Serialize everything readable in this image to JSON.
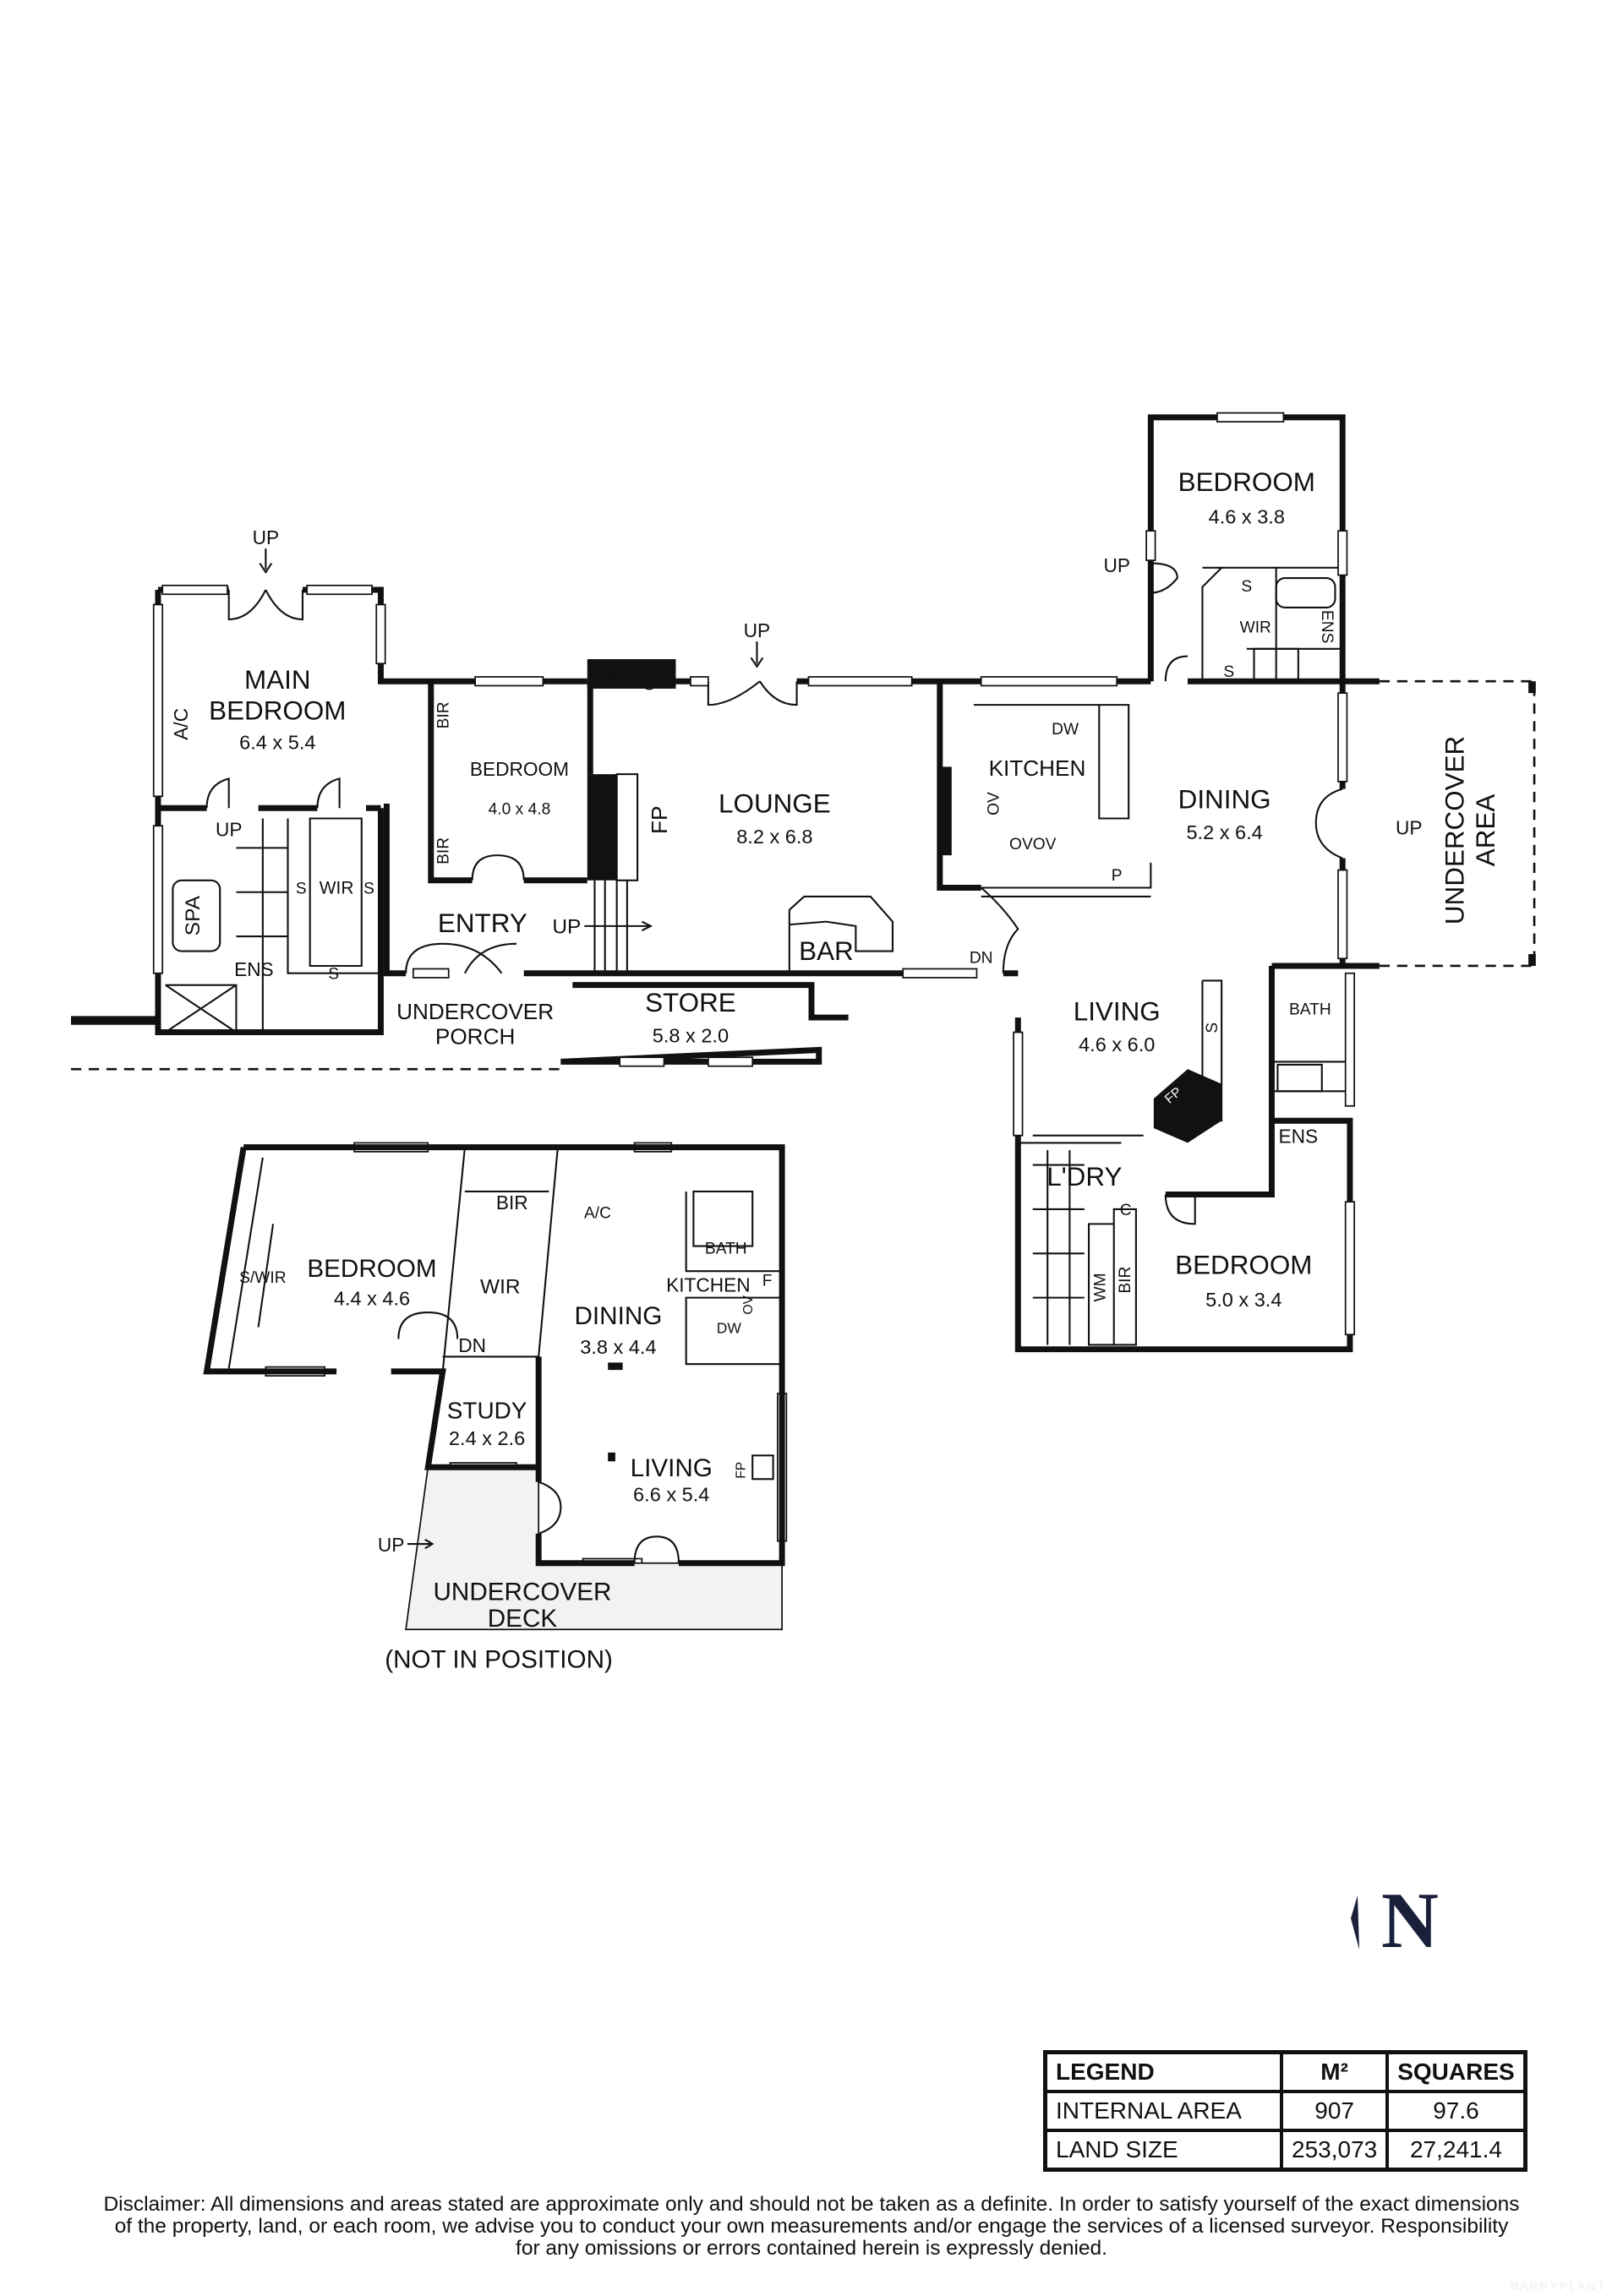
{
  "labels": {
    "up": "UP",
    "dn": "DN",
    "s": "S",
    "bir": "BIR",
    "wir": "WIR",
    "ens": "ENS",
    "ac": "A/C",
    "fp": "FP",
    "dw": "DW",
    "ov": "OV",
    "ovov": "OVOV",
    "p": "P",
    "c": "C",
    "wm": "WM",
    "f": "F",
    "spa": "SPA",
    "swir": "S/WIR",
    "bath": "BATH"
  },
  "rooms": {
    "main_bedroom": {
      "name1": "MAIN",
      "name2": "BEDROOM",
      "dims": "6.4 x 5.4"
    },
    "bedroom_west": {
      "name": "BEDROOM",
      "dims": "4.0 x 4.8"
    },
    "lounge": {
      "name": "LOUNGE",
      "dims": "8.2 x 6.8"
    },
    "entry": {
      "name": "ENTRY"
    },
    "bar": {
      "name": "BAR"
    },
    "store": {
      "name": "STORE",
      "dims": "5.8 x 2.0"
    },
    "undercover_porch": {
      "name1": "UNDERCOVER",
      "name2": "PORCH"
    },
    "kitchen": {
      "name": "KITCHEN"
    },
    "dining": {
      "name": "DINING",
      "dims": "5.2 x 6.4"
    },
    "bedroom_north": {
      "name": "BEDROOM",
      "dims": "4.6 x 3.8"
    },
    "undercover_area": {
      "name1": "UNDERCOVER",
      "name2": "AREA"
    },
    "living": {
      "name": "LIVING",
      "dims": "4.6 x 6.0"
    },
    "laundry": {
      "name": "L'DRY"
    },
    "bedroom_east": {
      "name": "BEDROOM",
      "dims": "5.0 x 3.4"
    },
    "bedroom_lower": {
      "name": "BEDROOM",
      "dims": "4.4 x 4.6"
    },
    "dining_lower": {
      "name": "DINING",
      "dims": "3.8 x 4.4"
    },
    "kitchen_lower": {
      "name": "KITCHEN"
    },
    "study": {
      "name": "STUDY",
      "dims": "2.4 x 2.6"
    },
    "living_lower": {
      "name": "LIVING",
      "dims": "6.6 x 5.4"
    },
    "undercover_deck": {
      "name1": "UNDERCOVER",
      "name2": "DECK"
    },
    "not_in_position": "(NOT IN POSITION)"
  },
  "north": "N",
  "legend": {
    "header": [
      "LEGEND",
      "M²",
      "SQUARES"
    ],
    "rows": [
      [
        "INTERNAL AREA",
        "907",
        "97.6"
      ],
      [
        "LAND SIZE",
        "253,073",
        "27,241.4"
      ]
    ]
  },
  "disclaimer": [
    "Disclaimer: All dimensions and areas stated are approximate only and should not be taken as a definite. In order to satisfy yourself of the exact dimensions",
    "of the property, land, or each room, we advise you to conduct your own measurements and/or engage the services of a licensed surveyor. Responsibility",
    "for any omissions or errors contained herein is expressly denied."
  ],
  "watermark": "BARRYPLANT"
}
